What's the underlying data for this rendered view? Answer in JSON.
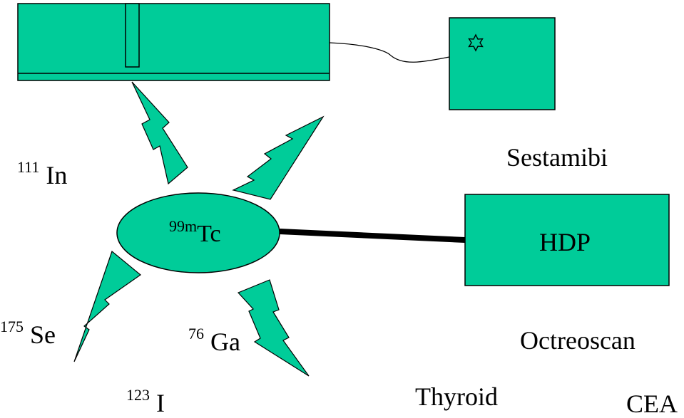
{
  "colors": {
    "fill": "#00CC99",
    "stroke": "#000000",
    "background": "#FFFFFF"
  },
  "center": {
    "mass": "99m",
    "symbol": "Tc"
  },
  "hdp_label": "HDP",
  "isotopes": [
    {
      "mass": "111",
      "symbol": "In"
    },
    {
      "mass": "175",
      "symbol": "Se"
    },
    {
      "mass": "76",
      "symbol": "Ga"
    },
    {
      "mass": "123",
      "symbol": "I"
    }
  ],
  "agents": [
    "Sestamibi",
    "Octreoscan",
    "Thyroid",
    "CEA"
  ],
  "icons": {
    "detector": "star-icon"
  }
}
